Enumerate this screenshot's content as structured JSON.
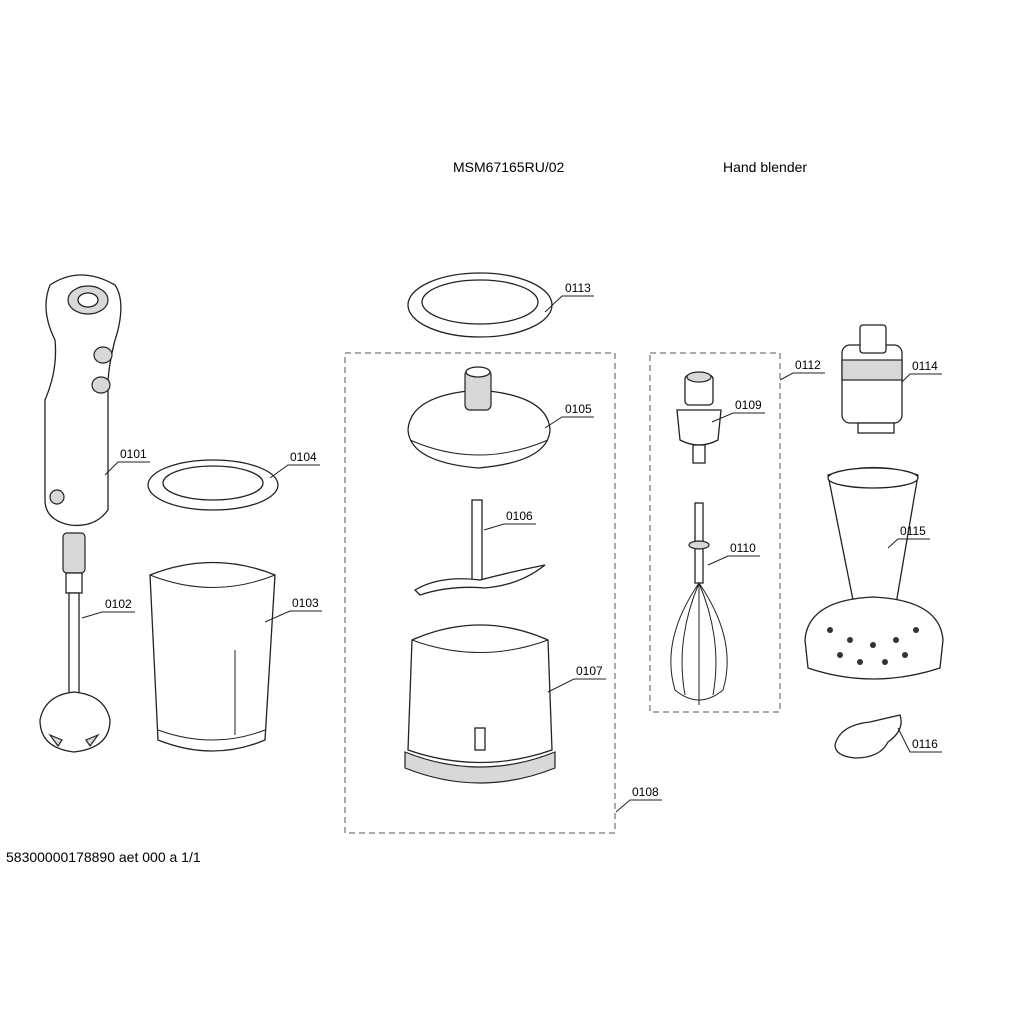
{
  "header": {
    "model": "MSM67165RU/02",
    "title": "Hand blender"
  },
  "footer": {
    "doc_code": "58300000178890 aet 000 a 1/1"
  },
  "parts": {
    "p0101": "0101",
    "p0102": "0102",
    "p0103": "0103",
    "p0104": "0104",
    "p0105": "0105",
    "p0106": "0106",
    "p0107": "0107",
    "p0108": "0108",
    "p0109": "0109",
    "p0110": "0110",
    "p0112": "0112",
    "p0113": "0113",
    "p0114": "0114",
    "p0115": "0115",
    "p0116": "0116"
  }
}
